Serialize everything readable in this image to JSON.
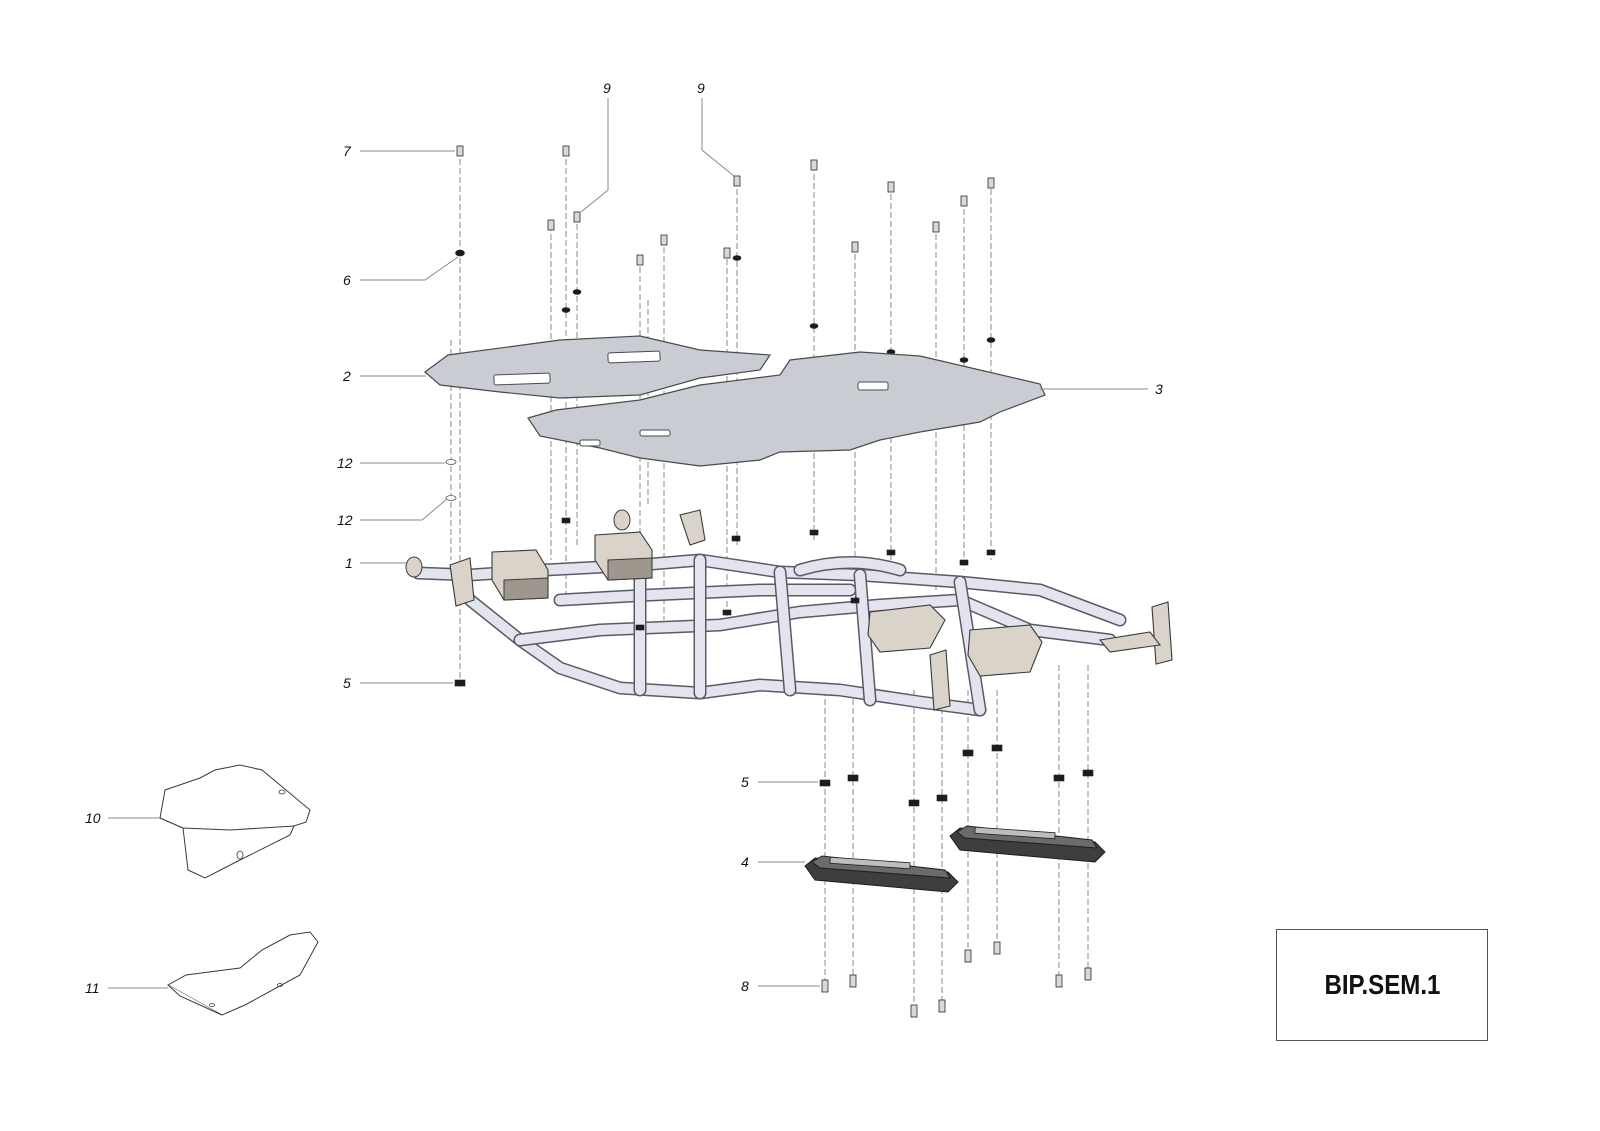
{
  "diagram": {
    "callouts": [
      {
        "id": "c7",
        "label": "7"
      },
      {
        "id": "c9a",
        "label": "9"
      },
      {
        "id": "c9b",
        "label": "9"
      },
      {
        "id": "c6",
        "label": "6"
      },
      {
        "id": "c2",
        "label": "2"
      },
      {
        "id": "c3",
        "label": "3"
      },
      {
        "id": "c12a",
        "label": "12"
      },
      {
        "id": "c12b",
        "label": "12"
      },
      {
        "id": "c1",
        "label": "1"
      },
      {
        "id": "c5a",
        "label": "5"
      },
      {
        "id": "c5b",
        "label": "5"
      },
      {
        "id": "c4",
        "label": "4"
      },
      {
        "id": "c8",
        "label": "8"
      },
      {
        "id": "c10",
        "label": "10"
      },
      {
        "id": "c11",
        "label": "11"
      }
    ],
    "drawing_code": "BIP.SEM.1"
  }
}
